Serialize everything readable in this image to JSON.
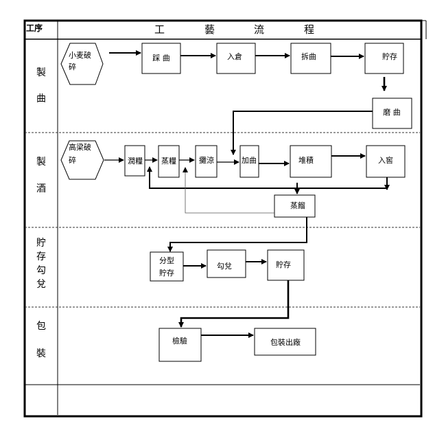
{
  "header": {
    "step_col": "工序",
    "title": [
      "工",
      "藝",
      "流",
      "程"
    ]
  },
  "stages": [
    {
      "id": "koji",
      "chars": [
        "製",
        "曲"
      ]
    },
    {
      "id": "liquor",
      "chars": [
        "製",
        "酒"
      ]
    },
    {
      "id": "storage",
      "chars": [
        "貯",
        "存",
        "勾",
        "兌"
      ]
    },
    {
      "id": "packaging",
      "chars": [
        "包",
        "裝"
      ]
    },
    {
      "id": "blank",
      "chars": []
    }
  ],
  "nodes": {
    "wheat_crush": [
      "小麦破",
      "碎"
    ],
    "tread_koji": "踩  曲",
    "into_warehouse": "入倉",
    "split_koji": "拆曲",
    "store_koji": "貯存",
    "grind_koji": "磨  曲",
    "sorghum_crush": [
      "高梁破",
      "碎"
    ],
    "moisten_grain": "潤糧",
    "steam_grain": "蒸糧",
    "spread_cool": "攤涼",
    "add_koji": "加曲",
    "pile_up": "堆積",
    "into_cellar": "入窖",
    "distill": "蒸餾",
    "classify_store": [
      "分型",
      "貯存"
    ],
    "blend": "勾兌",
    "store": "貯存",
    "inspect": "檢驗",
    "pack_ship": "包裝出廠"
  }
}
